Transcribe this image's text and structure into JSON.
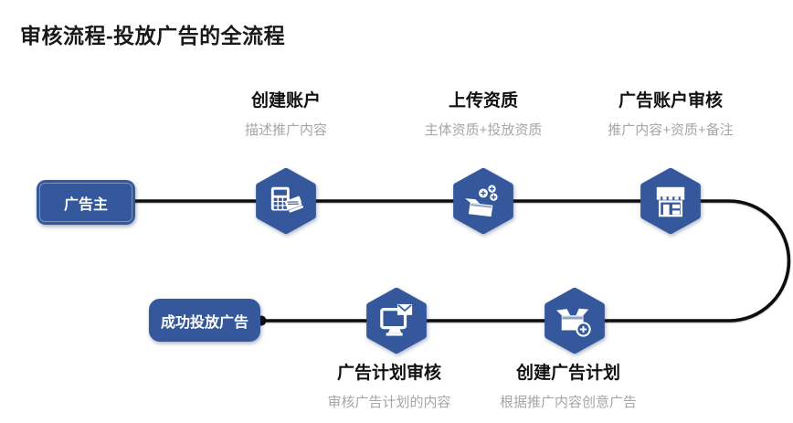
{
  "page": {
    "title": "审核流程-投放广告的全流程"
  },
  "flow": {
    "start_node": {
      "label": "广告主"
    },
    "end_node": {
      "label": "成功投放广告"
    },
    "top_steps": [
      {
        "title": "创建账户",
        "subtitle": "描述推广内容",
        "icon": "calculator-doc-icon"
      },
      {
        "title": "上传资质",
        "subtitle": "主体资质+投放资质",
        "icon": "box-coins-icon"
      },
      {
        "title": "广告账户审核",
        "subtitle": "推广内容+资质+备注",
        "icon": "storefront-icon"
      }
    ],
    "bottom_steps": [
      {
        "title": "广告计划审核",
        "subtitle": "审核广告计划的内容",
        "icon": "monitor-mail-icon"
      },
      {
        "title": "创建广告计划",
        "subtitle": "根据推广内容创意广告",
        "icon": "box-plus-icon"
      }
    ],
    "colors": {
      "node_blue": "#34589B",
      "line_black": "#0D0D0D",
      "subtitle_gray": "#A6A6A6",
      "title_black": "#1A1A1A"
    }
  }
}
